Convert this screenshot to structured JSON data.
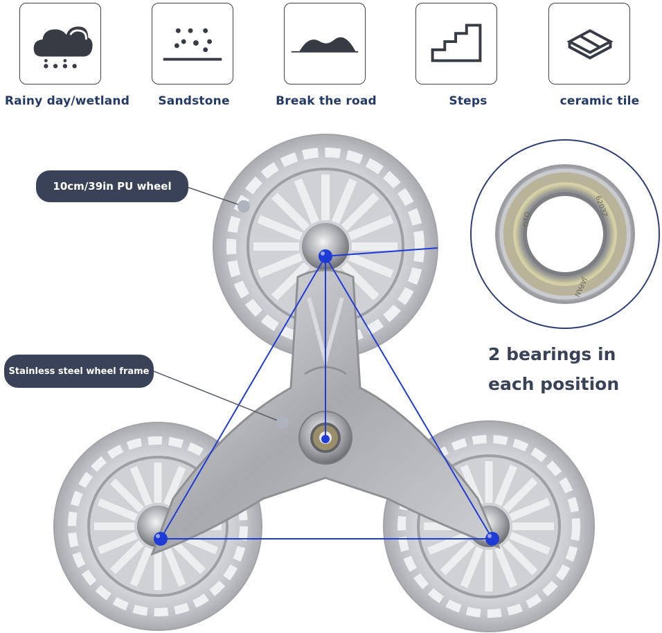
{
  "surfaces": [
    {
      "label": "Rainy day/wetland",
      "icon": "rain-cloud-icon"
    },
    {
      "label": "Sandstone",
      "icon": "sand-dots-icon"
    },
    {
      "label": "Break the road",
      "icon": "bumpy-road-icon"
    },
    {
      "label": "Steps",
      "icon": "stairs-icon"
    },
    {
      "label": "ceramic tile",
      "icon": "tile-icon"
    }
  ],
  "callouts": {
    "wheel": "10cm/39in PU wheel",
    "frame": "Stainless steel wheel frame"
  },
  "bearing_note": {
    "line1": "2 bearings in",
    "line2": "each position"
  },
  "bearing_text": {
    "model": "6203Z",
    "origin": "JAPAN",
    "brand": "OTQ"
  },
  "colors": {
    "icon_stroke": "#3a3f47",
    "icon_fill": "#363b44",
    "label_text": "#243a66",
    "pill_bg": "#3a4257",
    "accent_blue": "#1e3bd6",
    "wheel_gray": "#c3c5ca",
    "frame_silver": "#b4b6ba"
  }
}
